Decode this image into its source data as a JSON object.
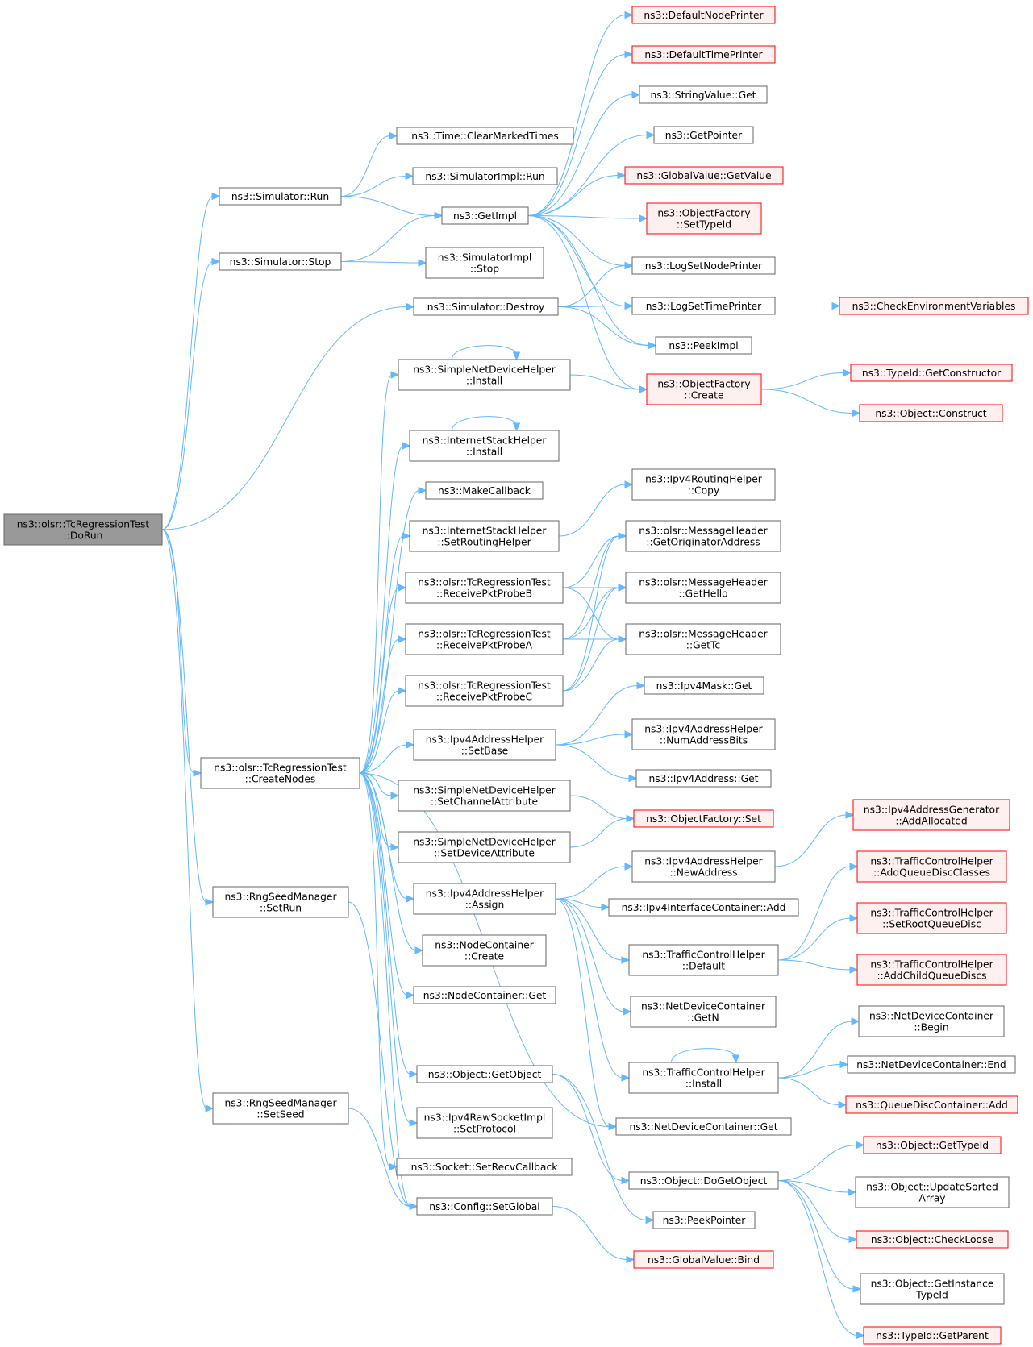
{
  "colors": {
    "edge": "#63b8ff",
    "node_fill": "#ffffff",
    "node_stroke": "#666666",
    "root_fill": "#999999",
    "missing_fill": "#fff0f0",
    "missing_stroke": "#ff0000",
    "text": "#000000"
  },
  "nodes": [
    {
      "id": "n0",
      "lines": [
        "ns3::olsr::TcRegressionTest",
        "::DoRun"
      ],
      "style": "root"
    },
    {
      "id": "n1",
      "lines": [
        "ns3::Simulator::Run"
      ],
      "style": "normal"
    },
    {
      "id": "n2",
      "lines": [
        "ns3::Simulator::Stop"
      ],
      "style": "normal"
    },
    {
      "id": "n3",
      "lines": [
        "ns3::Simulator::Destroy"
      ],
      "style": "normal"
    },
    {
      "id": "n4",
      "lines": [
        "ns3::olsr::TcRegressionTest",
        "::CreateNodes"
      ],
      "style": "normal"
    },
    {
      "id": "n5",
      "lines": [
        "ns3::RngSeedManager",
        "::SetRun"
      ],
      "style": "normal"
    },
    {
      "id": "n6",
      "lines": [
        "ns3::RngSeedManager",
        "::SetSeed"
      ],
      "style": "normal"
    },
    {
      "id": "n7",
      "lines": [
        "ns3::Time::ClearMarkedTimes"
      ],
      "style": "normal"
    },
    {
      "id": "n8",
      "lines": [
        "ns3::SimulatorImpl::Run"
      ],
      "style": "normal"
    },
    {
      "id": "n9",
      "lines": [
        "ns3::GetImpl"
      ],
      "style": "normal"
    },
    {
      "id": "n10",
      "lines": [
        "ns3::SimulatorImpl",
        "::Stop"
      ],
      "style": "normal"
    },
    {
      "id": "n11",
      "lines": [
        "ns3::SimpleNetDeviceHelper",
        "::Install"
      ],
      "style": "normal"
    },
    {
      "id": "n12",
      "lines": [
        "ns3::InternetStackHelper",
        "::Install"
      ],
      "style": "normal"
    },
    {
      "id": "n13",
      "lines": [
        "ns3::MakeCallback"
      ],
      "style": "normal"
    },
    {
      "id": "n14",
      "lines": [
        "ns3::InternetStackHelper",
        "::SetRoutingHelper"
      ],
      "style": "normal"
    },
    {
      "id": "n15",
      "lines": [
        "ns3::olsr::TcRegressionTest",
        "::ReceivePktProbeB"
      ],
      "style": "normal"
    },
    {
      "id": "n16",
      "lines": [
        "ns3::olsr::TcRegressionTest",
        "::ReceivePktProbeA"
      ],
      "style": "normal"
    },
    {
      "id": "n17",
      "lines": [
        "ns3::olsr::TcRegressionTest",
        "::ReceivePktProbeC"
      ],
      "style": "normal"
    },
    {
      "id": "n18",
      "lines": [
        "ns3::Ipv4AddressHelper",
        "::SetBase"
      ],
      "style": "normal"
    },
    {
      "id": "n19",
      "lines": [
        "ns3::SimpleNetDeviceHelper",
        "::SetChannelAttribute"
      ],
      "style": "normal"
    },
    {
      "id": "n20",
      "lines": [
        "ns3::SimpleNetDeviceHelper",
        "::SetDeviceAttribute"
      ],
      "style": "normal"
    },
    {
      "id": "n21",
      "lines": [
        "ns3::Ipv4AddressHelper",
        "::Assign"
      ],
      "style": "normal"
    },
    {
      "id": "n22",
      "lines": [
        "ns3::NodeContainer",
        "::Create"
      ],
      "style": "normal"
    },
    {
      "id": "n23",
      "lines": [
        "ns3::NodeContainer::Get"
      ],
      "style": "normal"
    },
    {
      "id": "n24",
      "lines": [
        "ns3::Object::GetObject"
      ],
      "style": "normal"
    },
    {
      "id": "n25",
      "lines": [
        "ns3::Ipv4RawSocketImpl",
        "::SetProtocol"
      ],
      "style": "normal"
    },
    {
      "id": "n26",
      "lines": [
        "ns3::Socket::SetRecvCallback"
      ],
      "style": "normal"
    },
    {
      "id": "n27",
      "lines": [
        "ns3::Config::SetGlobal"
      ],
      "style": "normal"
    },
    {
      "id": "n28",
      "lines": [
        "ns3::DefaultNodePrinter"
      ],
      "style": "missing"
    },
    {
      "id": "n29",
      "lines": [
        "ns3::DefaultTimePrinter"
      ],
      "style": "missing"
    },
    {
      "id": "n30",
      "lines": [
        "ns3::StringValue::Get"
      ],
      "style": "normal"
    },
    {
      "id": "n31",
      "lines": [
        "ns3::GetPointer"
      ],
      "style": "normal"
    },
    {
      "id": "n32",
      "lines": [
        "ns3::GlobalValue::GetValue"
      ],
      "style": "missing"
    },
    {
      "id": "n33",
      "lines": [
        "ns3::ObjectFactory",
        "::SetTypeId"
      ],
      "style": "missing"
    },
    {
      "id": "n34",
      "lines": [
        "ns3::LogSetNodePrinter"
      ],
      "style": "normal"
    },
    {
      "id": "n35",
      "lines": [
        "ns3::LogSetTimePrinter"
      ],
      "style": "normal"
    },
    {
      "id": "n36",
      "lines": [
        "ns3::PeekImpl"
      ],
      "style": "normal"
    },
    {
      "id": "n37",
      "lines": [
        "ns3::ObjectFactory",
        "::Create"
      ],
      "style": "missing"
    },
    {
      "id": "n38",
      "lines": [
        "ns3::Ipv4RoutingHelper",
        "::Copy"
      ],
      "style": "normal"
    },
    {
      "id": "n39",
      "lines": [
        "ns3::olsr::MessageHeader",
        "::GetOriginatorAddress"
      ],
      "style": "normal"
    },
    {
      "id": "n40",
      "lines": [
        "ns3::olsr::MessageHeader",
        "::GetHello"
      ],
      "style": "normal"
    },
    {
      "id": "n41",
      "lines": [
        "ns3::olsr::MessageHeader",
        "::GetTc"
      ],
      "style": "normal"
    },
    {
      "id": "n42",
      "lines": [
        "ns3::Ipv4Mask::Get"
      ],
      "style": "normal"
    },
    {
      "id": "n43",
      "lines": [
        "ns3::Ipv4AddressHelper",
        "::NumAddressBits"
      ],
      "style": "normal"
    },
    {
      "id": "n44",
      "lines": [
        "ns3::Ipv4Address::Get"
      ],
      "style": "normal"
    },
    {
      "id": "n45",
      "lines": [
        "ns3::ObjectFactory::Set"
      ],
      "style": "missing"
    },
    {
      "id": "n46",
      "lines": [
        "ns3::Ipv4AddressHelper",
        "::NewAddress"
      ],
      "style": "normal"
    },
    {
      "id": "n47",
      "lines": [
        "ns3::Ipv4InterfaceContainer::Add"
      ],
      "style": "normal"
    },
    {
      "id": "n48",
      "lines": [
        "ns3::TrafficControlHelper",
        "::Default"
      ],
      "style": "normal"
    },
    {
      "id": "n49",
      "lines": [
        "ns3::NetDeviceContainer",
        "::GetN"
      ],
      "style": "normal"
    },
    {
      "id": "n50",
      "lines": [
        "ns3::TrafficControlHelper",
        "::Install"
      ],
      "style": "normal"
    },
    {
      "id": "n51",
      "lines": [
        "ns3::NetDeviceContainer::Get"
      ],
      "style": "normal"
    },
    {
      "id": "n52",
      "lines": [
        "ns3::Object::DoGetObject"
      ],
      "style": "normal"
    },
    {
      "id": "n53",
      "lines": [
        "ns3::PeekPointer"
      ],
      "style": "normal"
    },
    {
      "id": "n54",
      "lines": [
        "ns3::GlobalValue::Bind"
      ],
      "style": "missing"
    },
    {
      "id": "n55",
      "lines": [
        "ns3::CheckEnvironmentVariables"
      ],
      "style": "missing"
    },
    {
      "id": "n56",
      "lines": [
        "ns3::TypeId::GetConstructor"
      ],
      "style": "missing"
    },
    {
      "id": "n57",
      "lines": [
        "ns3::Object::Construct"
      ],
      "style": "missing"
    },
    {
      "id": "n58",
      "lines": [
        "ns3::Ipv4AddressGenerator",
        "::AddAllocated"
      ],
      "style": "missing"
    },
    {
      "id": "n59",
      "lines": [
        "ns3::TrafficControlHelper",
        "::AddQueueDiscClasses"
      ],
      "style": "missing"
    },
    {
      "id": "n60",
      "lines": [
        "ns3::TrafficControlHelper",
        "::SetRootQueueDisc"
      ],
      "style": "missing"
    },
    {
      "id": "n61",
      "lines": [
        "ns3::TrafficControlHelper",
        "::AddChildQueueDiscs"
      ],
      "style": "missing"
    },
    {
      "id": "n62",
      "lines": [
        "ns3::NetDeviceContainer",
        "::Begin"
      ],
      "style": "normal"
    },
    {
      "id": "n63",
      "lines": [
        "ns3::NetDeviceContainer::End"
      ],
      "style": "normal"
    },
    {
      "id": "n64",
      "lines": [
        "ns3::QueueDiscContainer::Add"
      ],
      "style": "missing"
    },
    {
      "id": "n65",
      "lines": [
        "ns3::Object::GetTypeId"
      ],
      "style": "missing"
    },
    {
      "id": "n66",
      "lines": [
        "ns3::Object::UpdateSorted",
        "Array"
      ],
      "style": "normal"
    },
    {
      "id": "n67",
      "lines": [
        "ns3::Object::CheckLoose"
      ],
      "style": "missing"
    },
    {
      "id": "n68",
      "lines": [
        "ns3::Object::GetInstance",
        "TypeId"
      ],
      "style": "normal"
    },
    {
      "id": "n69",
      "lines": [
        "ns3::TypeId::GetParent"
      ],
      "style": "missing"
    }
  ],
  "edges": [
    [
      "n0",
      "n1"
    ],
    [
      "n0",
      "n2"
    ],
    [
      "n0",
      "n3"
    ],
    [
      "n0",
      "n4"
    ],
    [
      "n0",
      "n5"
    ],
    [
      "n0",
      "n6"
    ],
    [
      "n1",
      "n7"
    ],
    [
      "n1",
      "n8"
    ],
    [
      "n1",
      "n9"
    ],
    [
      "n2",
      "n9"
    ],
    [
      "n2",
      "n10"
    ],
    [
      "n3",
      "n34"
    ],
    [
      "n3",
      "n35"
    ],
    [
      "n3",
      "n36"
    ],
    [
      "n9",
      "n28"
    ],
    [
      "n9",
      "n29"
    ],
    [
      "n9",
      "n30"
    ],
    [
      "n9",
      "n31"
    ],
    [
      "n9",
      "n32"
    ],
    [
      "n9",
      "n33"
    ],
    [
      "n9",
      "n34"
    ],
    [
      "n9",
      "n35"
    ],
    [
      "n9",
      "n36"
    ],
    [
      "n9",
      "n37"
    ],
    [
      "n35",
      "n55"
    ],
    [
      "n37",
      "n56"
    ],
    [
      "n37",
      "n57"
    ],
    [
      "n4",
      "n11"
    ],
    [
      "n4",
      "n12"
    ],
    [
      "n4",
      "n13"
    ],
    [
      "n4",
      "n14"
    ],
    [
      "n4",
      "n15"
    ],
    [
      "n4",
      "n16"
    ],
    [
      "n4",
      "n17"
    ],
    [
      "n4",
      "n18"
    ],
    [
      "n4",
      "n19"
    ],
    [
      "n4",
      "n20"
    ],
    [
      "n4",
      "n21"
    ],
    [
      "n4",
      "n22"
    ],
    [
      "n4",
      "n23"
    ],
    [
      "n4",
      "n24"
    ],
    [
      "n4",
      "n25"
    ],
    [
      "n4",
      "n26"
    ],
    [
      "n4",
      "n27"
    ],
    [
      "n4",
      "n51"
    ],
    [
      "n11",
      "n11"
    ],
    [
      "n11",
      "n37"
    ],
    [
      "n12",
      "n12"
    ],
    [
      "n14",
      "n38"
    ],
    [
      "n15",
      "n39"
    ],
    [
      "n15",
      "n40"
    ],
    [
      "n15",
      "n41"
    ],
    [
      "n16",
      "n39"
    ],
    [
      "n16",
      "n40"
    ],
    [
      "n16",
      "n41"
    ],
    [
      "n17",
      "n39"
    ],
    [
      "n17",
      "n40"
    ],
    [
      "n17",
      "n41"
    ],
    [
      "n18",
      "n42"
    ],
    [
      "n18",
      "n43"
    ],
    [
      "n18",
      "n44"
    ],
    [
      "n19",
      "n45"
    ],
    [
      "n20",
      "n45"
    ],
    [
      "n21",
      "n46"
    ],
    [
      "n21",
      "n47"
    ],
    [
      "n21",
      "n48"
    ],
    [
      "n21",
      "n49"
    ],
    [
      "n21",
      "n50"
    ],
    [
      "n21",
      "n51"
    ],
    [
      "n46",
      "n58"
    ],
    [
      "n48",
      "n59"
    ],
    [
      "n48",
      "n60"
    ],
    [
      "n48",
      "n61"
    ],
    [
      "n50",
      "n50"
    ],
    [
      "n50",
      "n62"
    ],
    [
      "n50",
      "n63"
    ],
    [
      "n50",
      "n64"
    ],
    [
      "n24",
      "n52"
    ],
    [
      "n24",
      "n53"
    ],
    [
      "n52",
      "n65"
    ],
    [
      "n52",
      "n66"
    ],
    [
      "n52",
      "n67"
    ],
    [
      "n52",
      "n68"
    ],
    [
      "n52",
      "n69"
    ],
    [
      "n5",
      "n27"
    ],
    [
      "n6",
      "n27"
    ],
    [
      "n27",
      "n54"
    ]
  ]
}
